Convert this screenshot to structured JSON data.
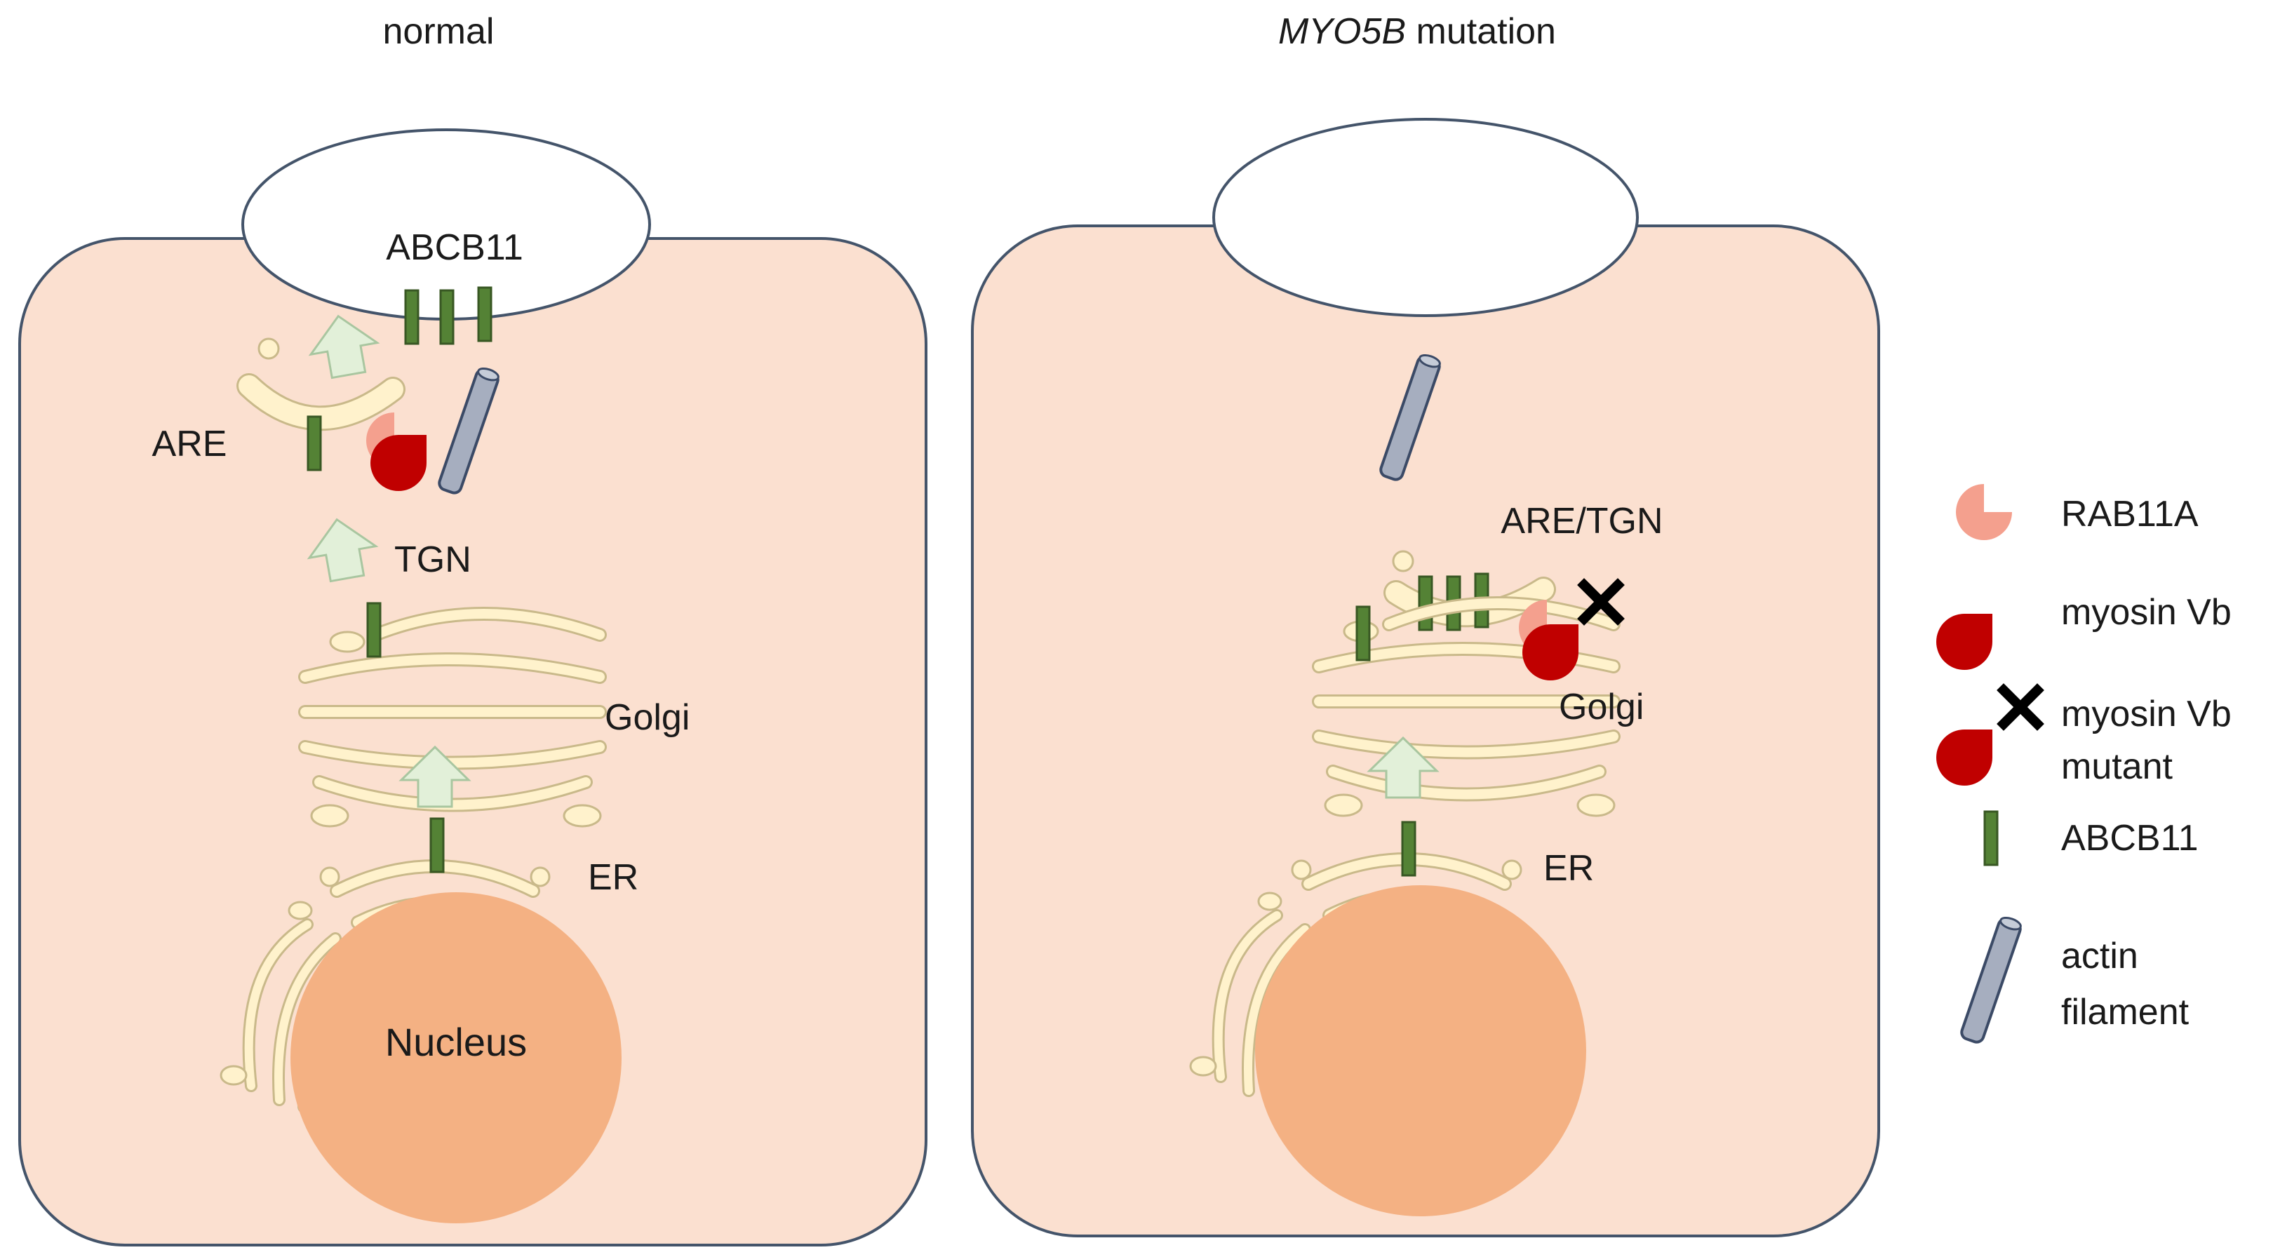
{
  "panels": {
    "normal": {
      "title": "normal",
      "labels": {
        "abcb11": "ABCB11",
        "are": "ARE",
        "tgn": "TGN",
        "golgi": "Golgi",
        "er": "ER",
        "nucleus": "Nucleus"
      }
    },
    "mutant": {
      "title_gene": "MYO5B",
      "title_rest": " mutation",
      "labels": {
        "are_tgn": "ARE/TGN",
        "golgi": "Golgi",
        "er": "ER"
      }
    }
  },
  "legend": {
    "rab11a": "RAB11A",
    "myosin_vb": "myosin Vb",
    "myosin_vb_mutant_line1": "myosin Vb",
    "myosin_vb_mutant_line2": "mutant",
    "abcb11": "ABCB11",
    "actin_line1": "actin",
    "actin_line2": "filament"
  },
  "colors": {
    "cell_fill": "#fbe0d0",
    "cell_stroke": "#44546a",
    "nucleus": "#f4b183",
    "organelle_fill": "#fff2cc",
    "organelle_stroke": "#c9b98a",
    "abcb11": "#548235",
    "abcb11_stroke": "#385723",
    "rab11a": "#f4a08e",
    "myosin_vb": "#c00000",
    "actin_fill": "#a6aebf",
    "actin_stroke": "#3b4a66",
    "arrow_fill": "#e2f0d9",
    "arrow_stroke": "#a9c6a0",
    "mutation_cross": "#000000"
  }
}
